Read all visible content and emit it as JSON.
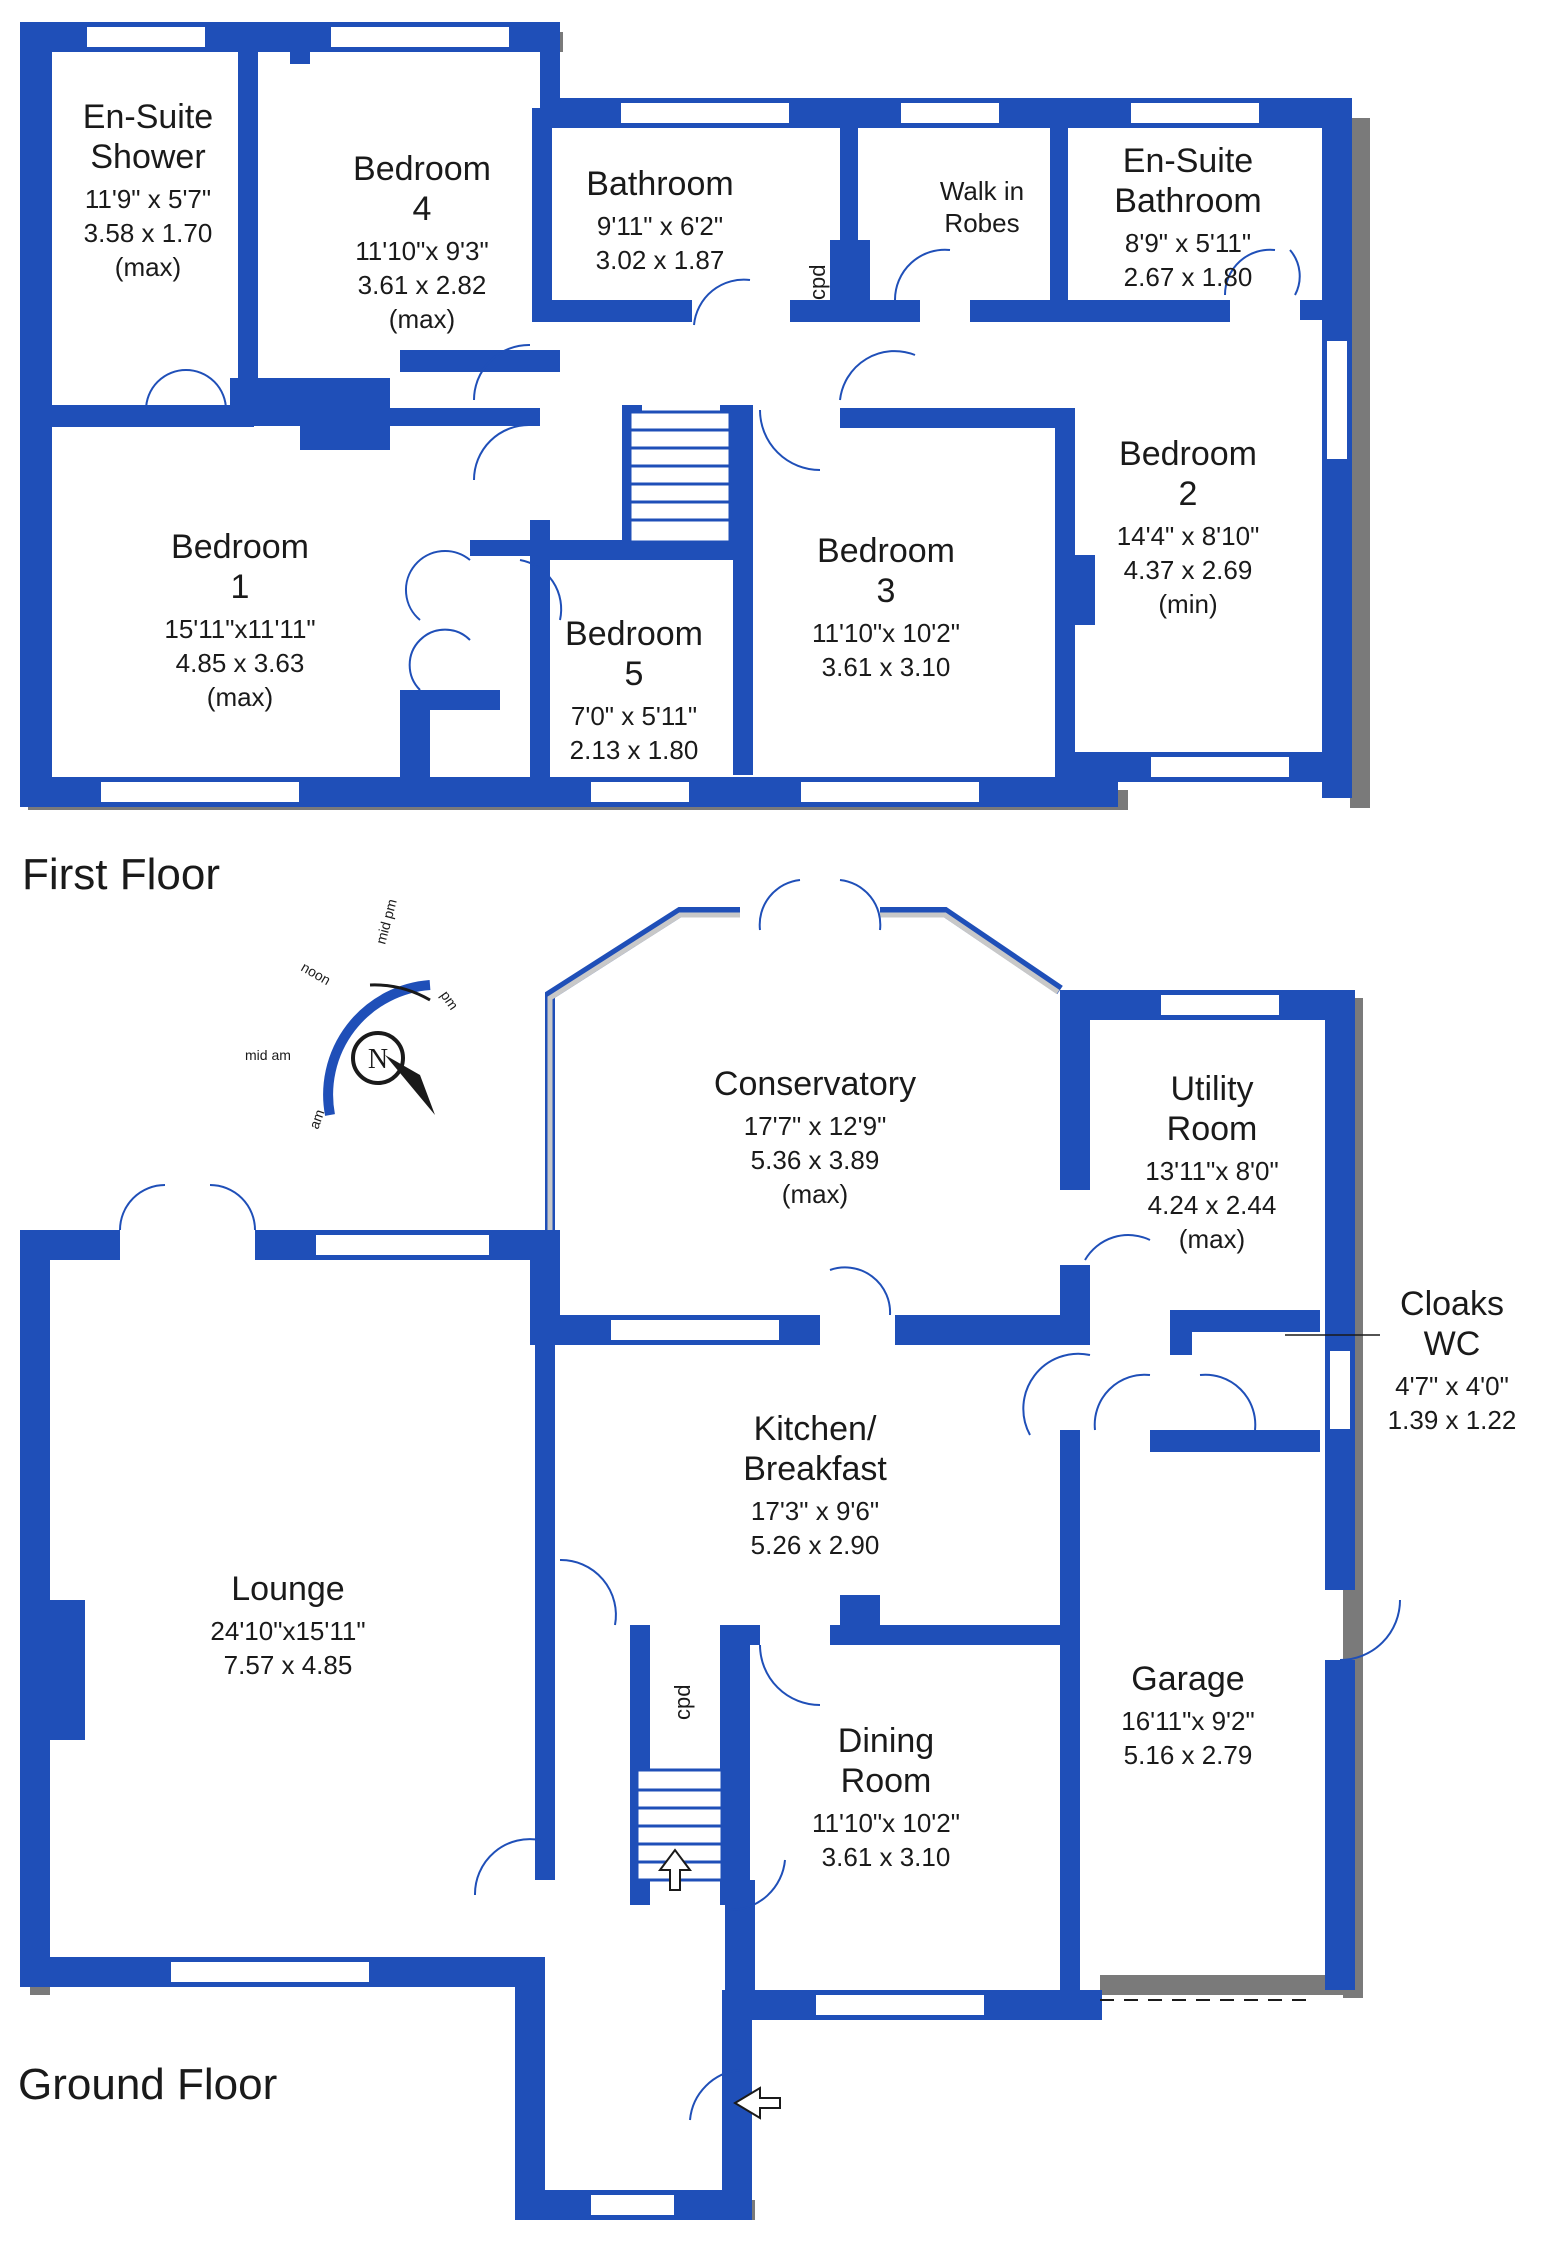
{
  "floors": {
    "first_floor_label": "First Floor",
    "ground_floor_label": "Ground Floor"
  },
  "rooms": {
    "ensuite_shower": [
      "En-Suite",
      "Shower",
      "11'9\" x 5'7\"",
      "3.58 x 1.70",
      "(max)"
    ],
    "bedroom4": [
      "Bedroom",
      "4",
      "11'10\"x 9'3\"",
      "3.61 x 2.82",
      "(max)"
    ],
    "bathroom": [
      "Bathroom",
      "9'11\" x 6'2\"",
      "3.02 x 1.87"
    ],
    "walk_in_robes": [
      "Walk in",
      "Robes"
    ],
    "ensuite_bathroom": [
      "En-Suite",
      "Bathroom",
      "8'9\" x 5'11\"",
      "2.67 x 1.80"
    ],
    "bedroom1": [
      "Bedroom",
      "1",
      "15'11\"x11'11\"",
      "4.85 x 3.63",
      "(max)"
    ],
    "bedroom5": [
      "Bedroom",
      "5",
      "7'0\" x 5'11\"",
      "2.13 x 1.80"
    ],
    "bedroom3": [
      "Bedroom",
      "3",
      "11'10\"x 10'2\"",
      "3.61 x 3.10"
    ],
    "bedroom2": [
      "Bedroom",
      "2",
      "14'4\" x 8'10\"",
      "4.37 x 2.69",
      "(min)"
    ],
    "conservatory": [
      "Conservatory",
      "17'7\" x 12'9\"",
      "5.36 x 3.89",
      "(max)"
    ],
    "utility_room": [
      "Utility",
      "Room",
      "13'11\"x 8'0\"",
      "4.24 x 2.44",
      "(max)"
    ],
    "cloaks_wc": [
      "Cloaks",
      "WC",
      "4'7\" x 4'0\"",
      "1.39 x 1.22"
    ],
    "kitchen": [
      "Kitchen/",
      "Breakfast",
      "17'3\" x 9'6\"",
      "5.26 x 2.90"
    ],
    "lounge": [
      "Lounge",
      "24'10\"x15'11\"",
      "7.57 x 4.85"
    ],
    "dining_room": [
      "Dining",
      "Room",
      "11'10\"x 10'2\"",
      "3.61 x 3.10"
    ],
    "garage": [
      "Garage",
      "16'11\"x 9'2\"",
      "5.16 x 2.79"
    ]
  },
  "cupboard_label": "cpd",
  "compass": {
    "north_letter": "N",
    "labels": [
      "mid pm",
      "noon",
      "pm",
      "mid am",
      "am"
    ]
  },
  "colors": {
    "wall": "#1f4fb8",
    "shadow": "#7a7a7a",
    "window": "#c8c8c8",
    "text": "#1a1a1a"
  }
}
